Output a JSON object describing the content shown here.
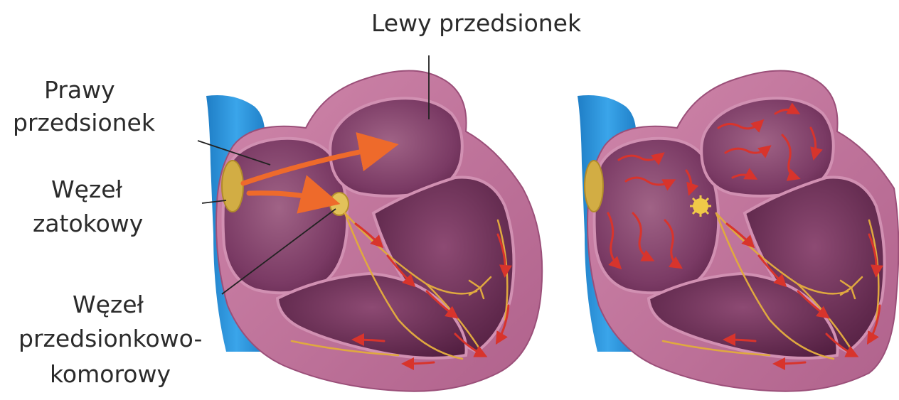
{
  "labels": {
    "left_atrium": "Lewy przedsionek",
    "right_atrium_line1": "Prawy",
    "right_atrium_line2": "przedsionek",
    "sa_node_line1": "Węzeł",
    "sa_node_line2": "zatokowy",
    "av_node_line1": "Węzeł",
    "av_node_line2": "przedsionkowo-",
    "av_node_line3": "komorowy"
  },
  "colors": {
    "vessel": "#2a8fd6",
    "heart_wall": "#c3759c",
    "chamber": "#7a3a64",
    "node": "#d9b44a",
    "impulse_arrow": "#e8642a",
    "conduction_path": "#e0a93f",
    "leader_line": "#222222"
  }
}
